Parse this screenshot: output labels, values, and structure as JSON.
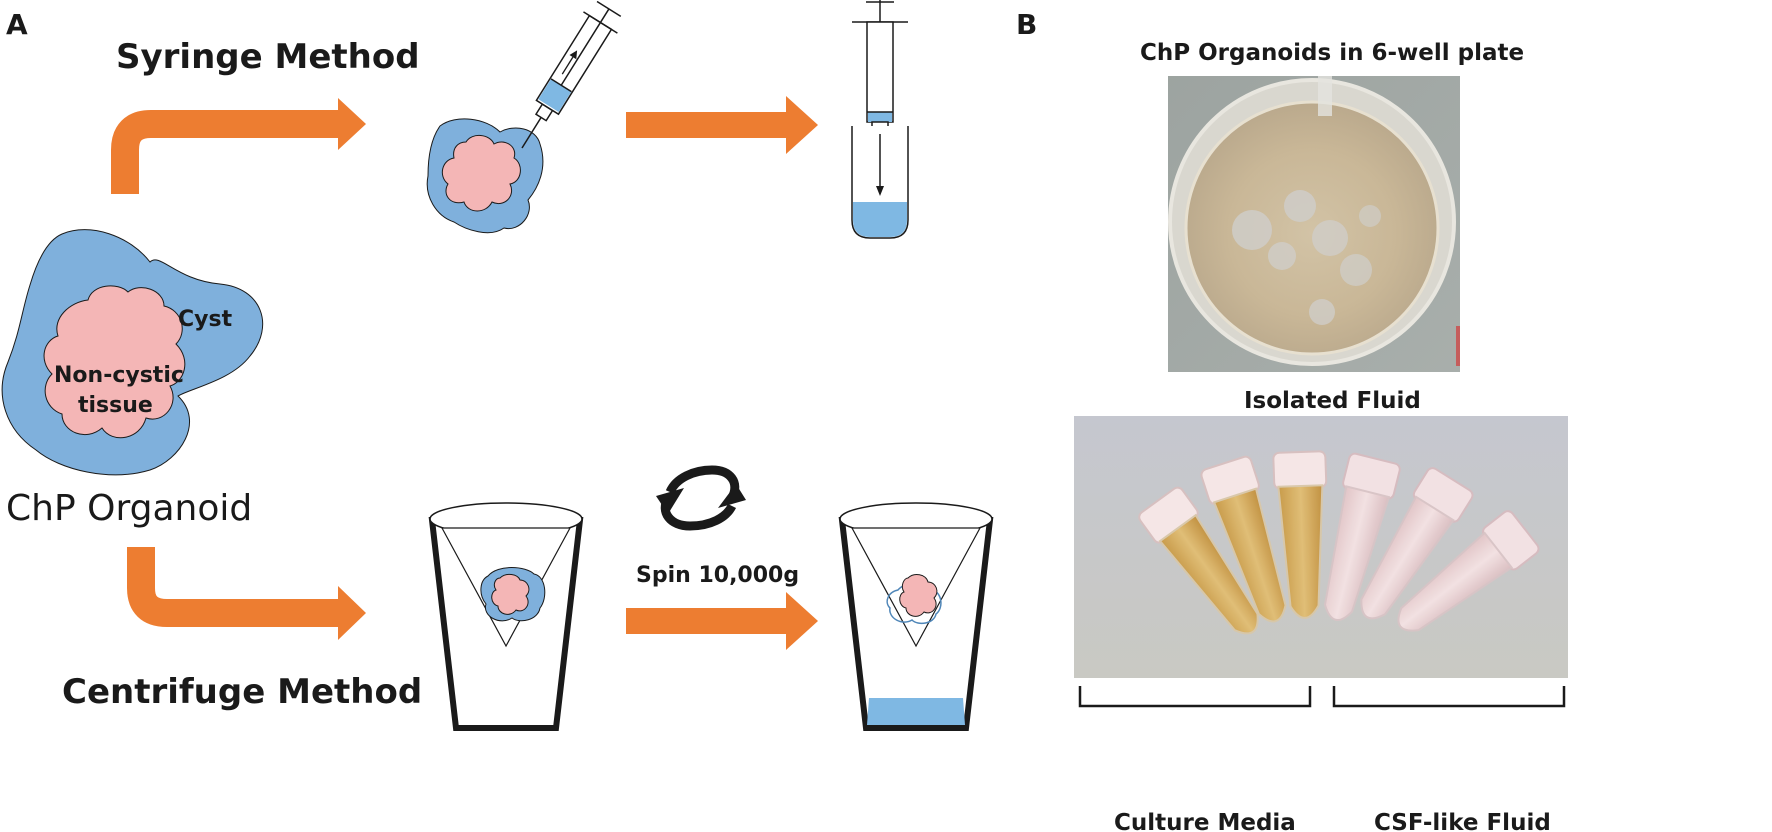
{
  "panel_a": {
    "letter": "A",
    "syringe_method": "Syringe Method",
    "centrifuge_method": "Centrifuge Method",
    "organoid_title": "ChP Organoid",
    "cyst_label": "Cyst",
    "noncystic_line1": "Non-cystic",
    "noncystic_line2": "tissue",
    "spin_label": "Spin 10,000g"
  },
  "panel_b": {
    "letter": "B",
    "plate_title": "ChP Organoids in 6-well plate",
    "fluid_title": "Isolated Fluid",
    "group1_label": "Culture Media",
    "group2_label": "CSF-like Fluid"
  },
  "colors": {
    "arrow": "#ed7d31",
    "cyst": "#7fb0dc",
    "tissue": "#f4b6b6",
    "fluid_blue": "#7fb8e3",
    "outline": "#1a1a1a",
    "media": "#d4a54a",
    "csf": "#f0d4d6"
  }
}
